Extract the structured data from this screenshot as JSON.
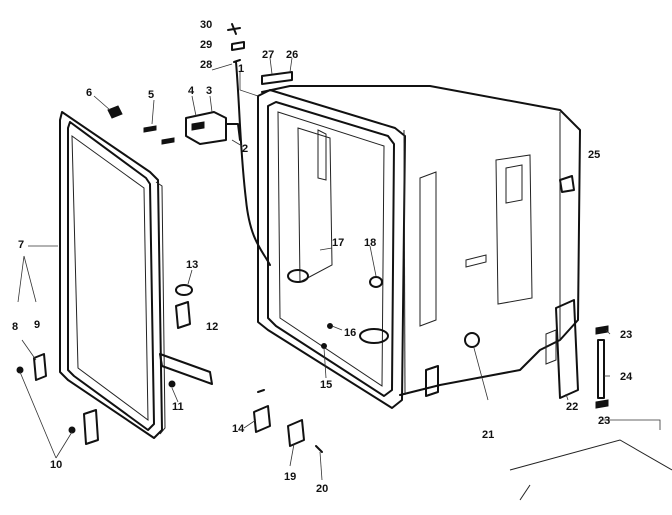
{
  "diagram": {
    "callouts": [
      "30",
      "29",
      "28",
      "27",
      "26",
      "1",
      "6",
      "5",
      "4",
      "3",
      "2",
      "25",
      "7",
      "17",
      "18",
      "13",
      "12",
      "9",
      "8",
      "16",
      "15",
      "23",
      "24",
      "10",
      "11",
      "14",
      "19",
      "20",
      "21",
      "22",
      "23"
    ]
  }
}
